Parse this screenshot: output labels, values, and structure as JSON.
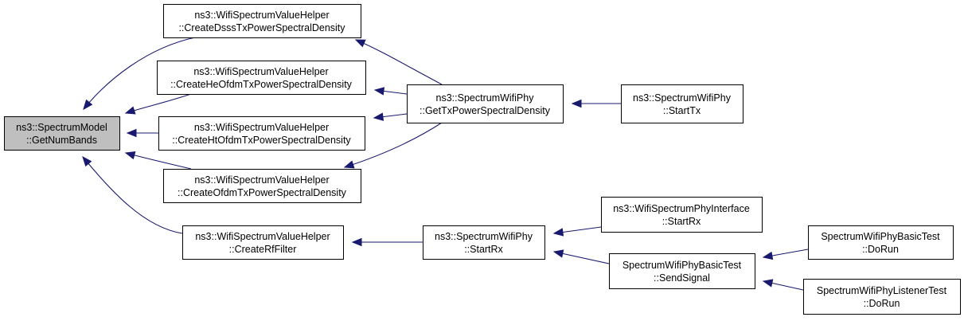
{
  "graph": {
    "nodes": [
      {
        "id": "root",
        "line1": "ns3::SpectrumModel",
        "line2": "::GetNumBands",
        "highlighted": true
      },
      {
        "id": "dsss",
        "line1": "ns3::WifiSpectrumValueHelper",
        "line2": "::CreateDsssTxPowerSpectralDensity"
      },
      {
        "id": "he",
        "line1": "ns3::WifiSpectrumValueHelper",
        "line2": "::CreateHeOfdmTxPowerSpectralDensity"
      },
      {
        "id": "ht",
        "line1": "ns3::WifiSpectrumValueHelper",
        "line2": "::CreateHtOfdmTxPowerSpectralDensity"
      },
      {
        "id": "ofdm",
        "line1": "ns3::WifiSpectrumValueHelper",
        "line2": "::CreateOfdmTxPowerSpectralDensity"
      },
      {
        "id": "rf",
        "line1": "ns3::WifiSpectrumValueHelper",
        "line2": "::CreateRfFilter"
      },
      {
        "id": "gettx",
        "line1": "ns3::SpectrumWifiPhy",
        "line2": "::GetTxPowerSpectralDensity"
      },
      {
        "id": "starttx",
        "line1": "ns3::SpectrumWifiPhy",
        "line2": "::StartTx"
      },
      {
        "id": "startrx",
        "line1": "ns3::SpectrumWifiPhy",
        "line2": "::StartRx"
      },
      {
        "id": "ifacerx",
        "line1": "ns3::WifiSpectrumPhyInterface",
        "line2": "::StartRx"
      },
      {
        "id": "sendsig",
        "line1": "SpectrumWifiPhyBasicTest",
        "line2": "::SendSignal"
      },
      {
        "id": "basicrun",
        "line1": "SpectrumWifiPhyBasicTest",
        "line2": "::DoRun"
      },
      {
        "id": "listenrun",
        "line1": "SpectrumWifiPhyListenerTest",
        "line2": "::DoRun"
      }
    ],
    "edges": [
      {
        "from": "dsss",
        "to": "root"
      },
      {
        "from": "he",
        "to": "root"
      },
      {
        "from": "ht",
        "to": "root"
      },
      {
        "from": "ofdm",
        "to": "root"
      },
      {
        "from": "rf",
        "to": "root"
      },
      {
        "from": "gettx",
        "to": "dsss"
      },
      {
        "from": "gettx",
        "to": "he"
      },
      {
        "from": "gettx",
        "to": "ht"
      },
      {
        "from": "gettx",
        "to": "ofdm"
      },
      {
        "from": "starttx",
        "to": "gettx"
      },
      {
        "from": "startrx",
        "to": "rf"
      },
      {
        "from": "ifacerx",
        "to": "startrx"
      },
      {
        "from": "sendsig",
        "to": "startrx"
      },
      {
        "from": "basicrun",
        "to": "sendsig"
      },
      {
        "from": "listenrun",
        "to": "sendsig"
      }
    ],
    "colors": {
      "edge": "#191970",
      "highlight_fill": "#bfbfbf",
      "node_fill": "#ffffff"
    }
  }
}
